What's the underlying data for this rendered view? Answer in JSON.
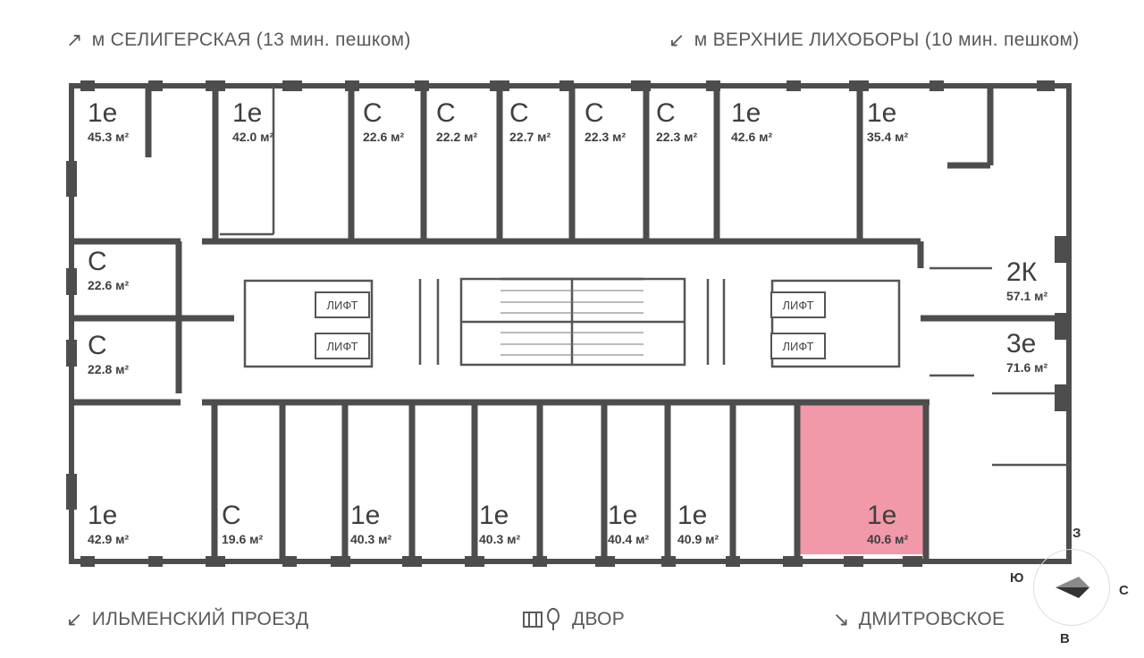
{
  "captions": {
    "top_left": "м СЕЛИГЕРСКАЯ (13 мин. пешком)",
    "top_right": "м ВЕРХНИЕ ЛИХОБОРЫ (10 мин. пешком)",
    "bottom_left": "ИЛЬМЕНСКИЙ ПРОЕЗД",
    "bottom_center": "ДВОР",
    "bottom_right": "ДМИТРОВСКОЕ"
  },
  "arrows": {
    "ne": "↗",
    "sw": "↙",
    "se": "↘"
  },
  "units_top": [
    {
      "type": "1е",
      "area": "45.3 м²"
    },
    {
      "type": "1е",
      "area": "42.0 м²"
    },
    {
      "type": "С",
      "area": "22.6 м²"
    },
    {
      "type": "С",
      "area": "22.2 м²"
    },
    {
      "type": "С",
      "area": "22.7 м²"
    },
    {
      "type": "С",
      "area": "22.3 м²"
    },
    {
      "type": "С",
      "area": "22.3 м²"
    },
    {
      "type": "1е",
      "area": "42.6 м²"
    },
    {
      "type": "1е",
      "area": "35.4 м²"
    }
  ],
  "units_left": [
    {
      "type": "С",
      "area": "22.6 м²"
    },
    {
      "type": "С",
      "area": "22.8 м²"
    }
  ],
  "units_right": [
    {
      "type": "2К",
      "area": "57.1 м²"
    },
    {
      "type": "3е",
      "area": "71.6 м²"
    }
  ],
  "units_bottom": [
    {
      "type": "1е",
      "area": "42.9 м²"
    },
    {
      "type": "С",
      "area": "19.6 м²"
    },
    {
      "type": "1е",
      "area": "40.3 м²"
    },
    {
      "type": "1е",
      "area": "40.3 м²"
    },
    {
      "type": "1е",
      "area": "40.4 м²"
    },
    {
      "type": "1е",
      "area": "40.9 м²"
    },
    {
      "type": "1е",
      "area": "40.6 м²"
    }
  ],
  "highlighted_unit": {
    "type": "1е",
    "area": "40.6 м²",
    "color": "#ef8da0"
  },
  "lift_label": "ЛИФТ",
  "compass": {
    "n": "З",
    "e": "С",
    "s": "В",
    "w": "Ю"
  },
  "colors": {
    "wall": "#4d4d4d",
    "highlight": "#ef8da0",
    "text": "#4a4a4a"
  }
}
